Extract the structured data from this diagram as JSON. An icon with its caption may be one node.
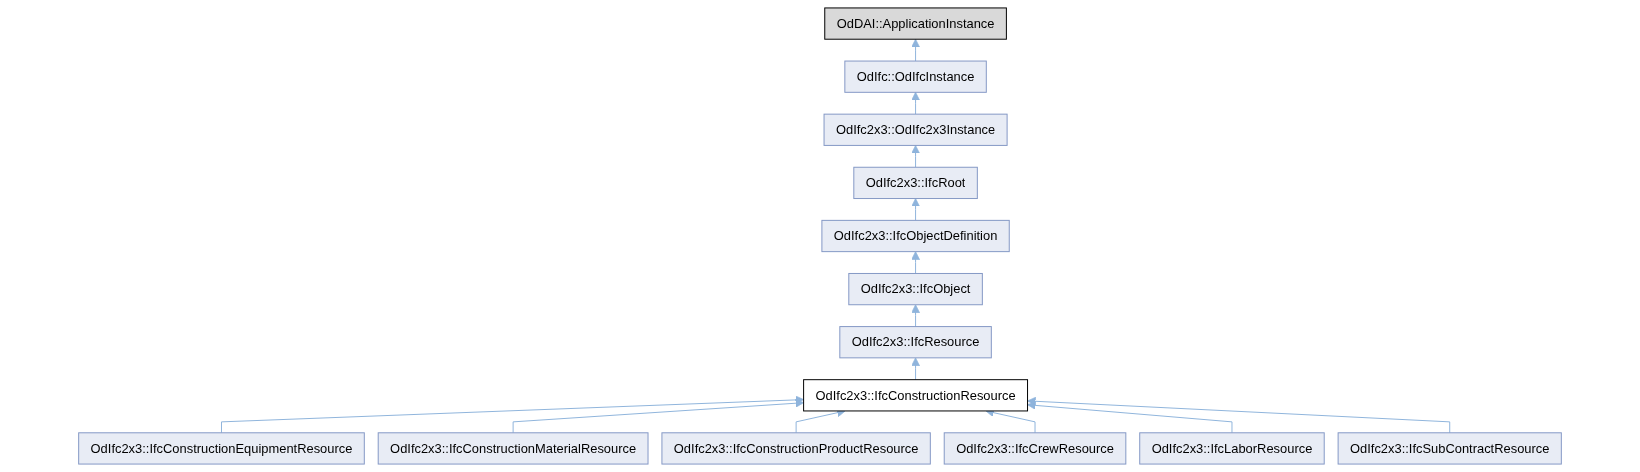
{
  "diagram": {
    "nodes": [
      {
        "text": [
          "OdDAI::ApplicationInstance"
        ]
      },
      {
        "text": [
          "OdIfc::OdIfcInstance"
        ]
      },
      {
        "text": [
          "OdIfc2x3::OdIfc2x3Instance"
        ]
      },
      {
        "text": [
          "OdIfc2x3::IfcRoot"
        ]
      },
      {
        "text": [
          "OdIfc2x3::IfcObjectDefinition"
        ]
      },
      {
        "text": [
          "OdIfc2x3::IfcObject"
        ]
      },
      {
        "text": [
          "OdIfc2x3::IfcResource"
        ]
      },
      {
        "text": [
          "OdIfc2x3::IfcConstructionResource"
        ]
      },
      {
        "text": [
          "OdIfc2x3::IfcConstructionEquipmentResource"
        ]
      },
      {
        "text": [
          "OdIfc2x3::IfcConstructionMaterialResource"
        ]
      },
      {
        "text": [
          "OdIfc2x3::IfcConstructionProductResource"
        ]
      },
      {
        "text": [
          "OdIfc2x3::IfcCrewResource"
        ]
      },
      {
        "text": [
          "OdIfc2x3::IfcLaborResource"
        ]
      },
      {
        "text": [
          "OdIfc2x3::IfcSubContractResource"
        ]
      }
    ],
    "edges": [
      {
        "from": 1,
        "to": 0,
        "arrow": "to"
      },
      {
        "from": 2,
        "to": 1,
        "arrow": "to"
      },
      {
        "from": 3,
        "to": 2,
        "arrow": "to"
      },
      {
        "from": 4,
        "to": 3,
        "arrow": "to"
      },
      {
        "from": 5,
        "to": 4,
        "arrow": "to"
      },
      {
        "from": 6,
        "to": 5,
        "arrow": "to"
      },
      {
        "from": 7,
        "to": 6,
        "arrow": "to"
      },
      {
        "from": 8,
        "to": 7,
        "arrow": "to"
      },
      {
        "from": 9,
        "to": 7,
        "arrow": "to"
      },
      {
        "from": 10,
        "to": 7,
        "arrow": "to"
      },
      {
        "from": 11,
        "to": 7,
        "arrow": "to"
      },
      {
        "from": 12,
        "to": 7,
        "arrow": "to"
      },
      {
        "from": 13,
        "to": 7,
        "arrow": "to"
      }
    ]
  }
}
